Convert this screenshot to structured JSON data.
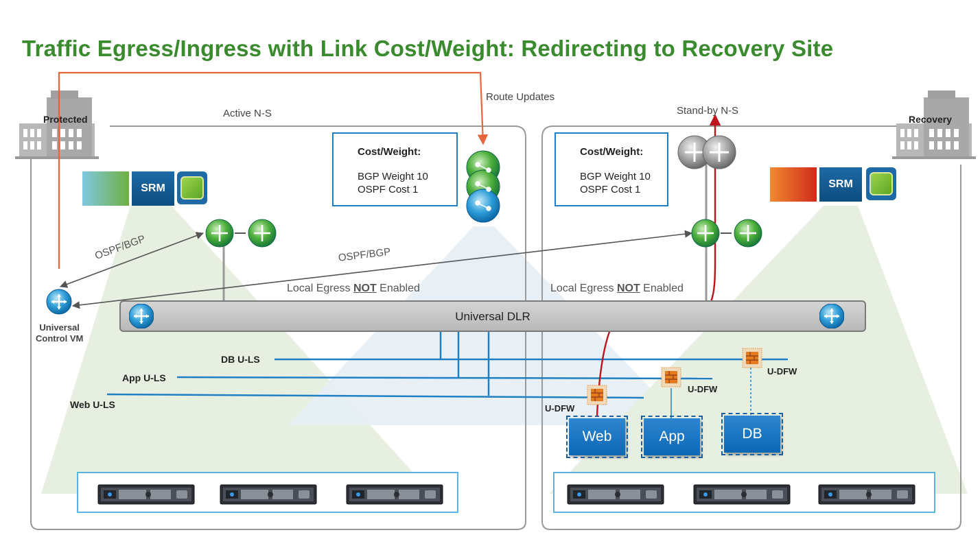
{
  "title": "Traffic Egress/Ingress with Link Cost/Weight: Redirecting to Recovery Site",
  "sites": {
    "protected_label": "Protected",
    "recovery_label": "Recovery",
    "active_ns": "Active N-S",
    "standby_ns": "Stand-by N-S",
    "route_updates": "Route Updates"
  },
  "cost_boxes": [
    {
      "heading": "Cost/Weight:",
      "line1": "BGP Weight 10",
      "line2": "OSPF Cost 1"
    },
    {
      "heading": "Cost/Weight:",
      "line1": "BGP Weight 10",
      "line2": "OSPF Cost 1"
    }
  ],
  "srm_label": "SRM",
  "protocol_labels": {
    "left": "OSPF/BGP",
    "right": "OSPF/BGP"
  },
  "local_egress": {
    "prefix": "Local Egress ",
    "not": "NOT",
    "suffix": " Enabled"
  },
  "control_vm": {
    "line1": "Universal",
    "line2": "Control VM"
  },
  "dlr_label": "Universal DLR",
  "logical_switches": {
    "db": "DB U-LS",
    "app": "App U-LS",
    "web": "Web U-LS"
  },
  "dfw_label": "U-DFW",
  "vms": {
    "web": "Web",
    "app": "App",
    "db": "DB"
  },
  "colors": {
    "title": "#3a8a2e",
    "route_update_line": "#e8643c",
    "traffic_path": "#c0141c",
    "logical_switch": "#1f7fc4",
    "frame": "#999999"
  }
}
